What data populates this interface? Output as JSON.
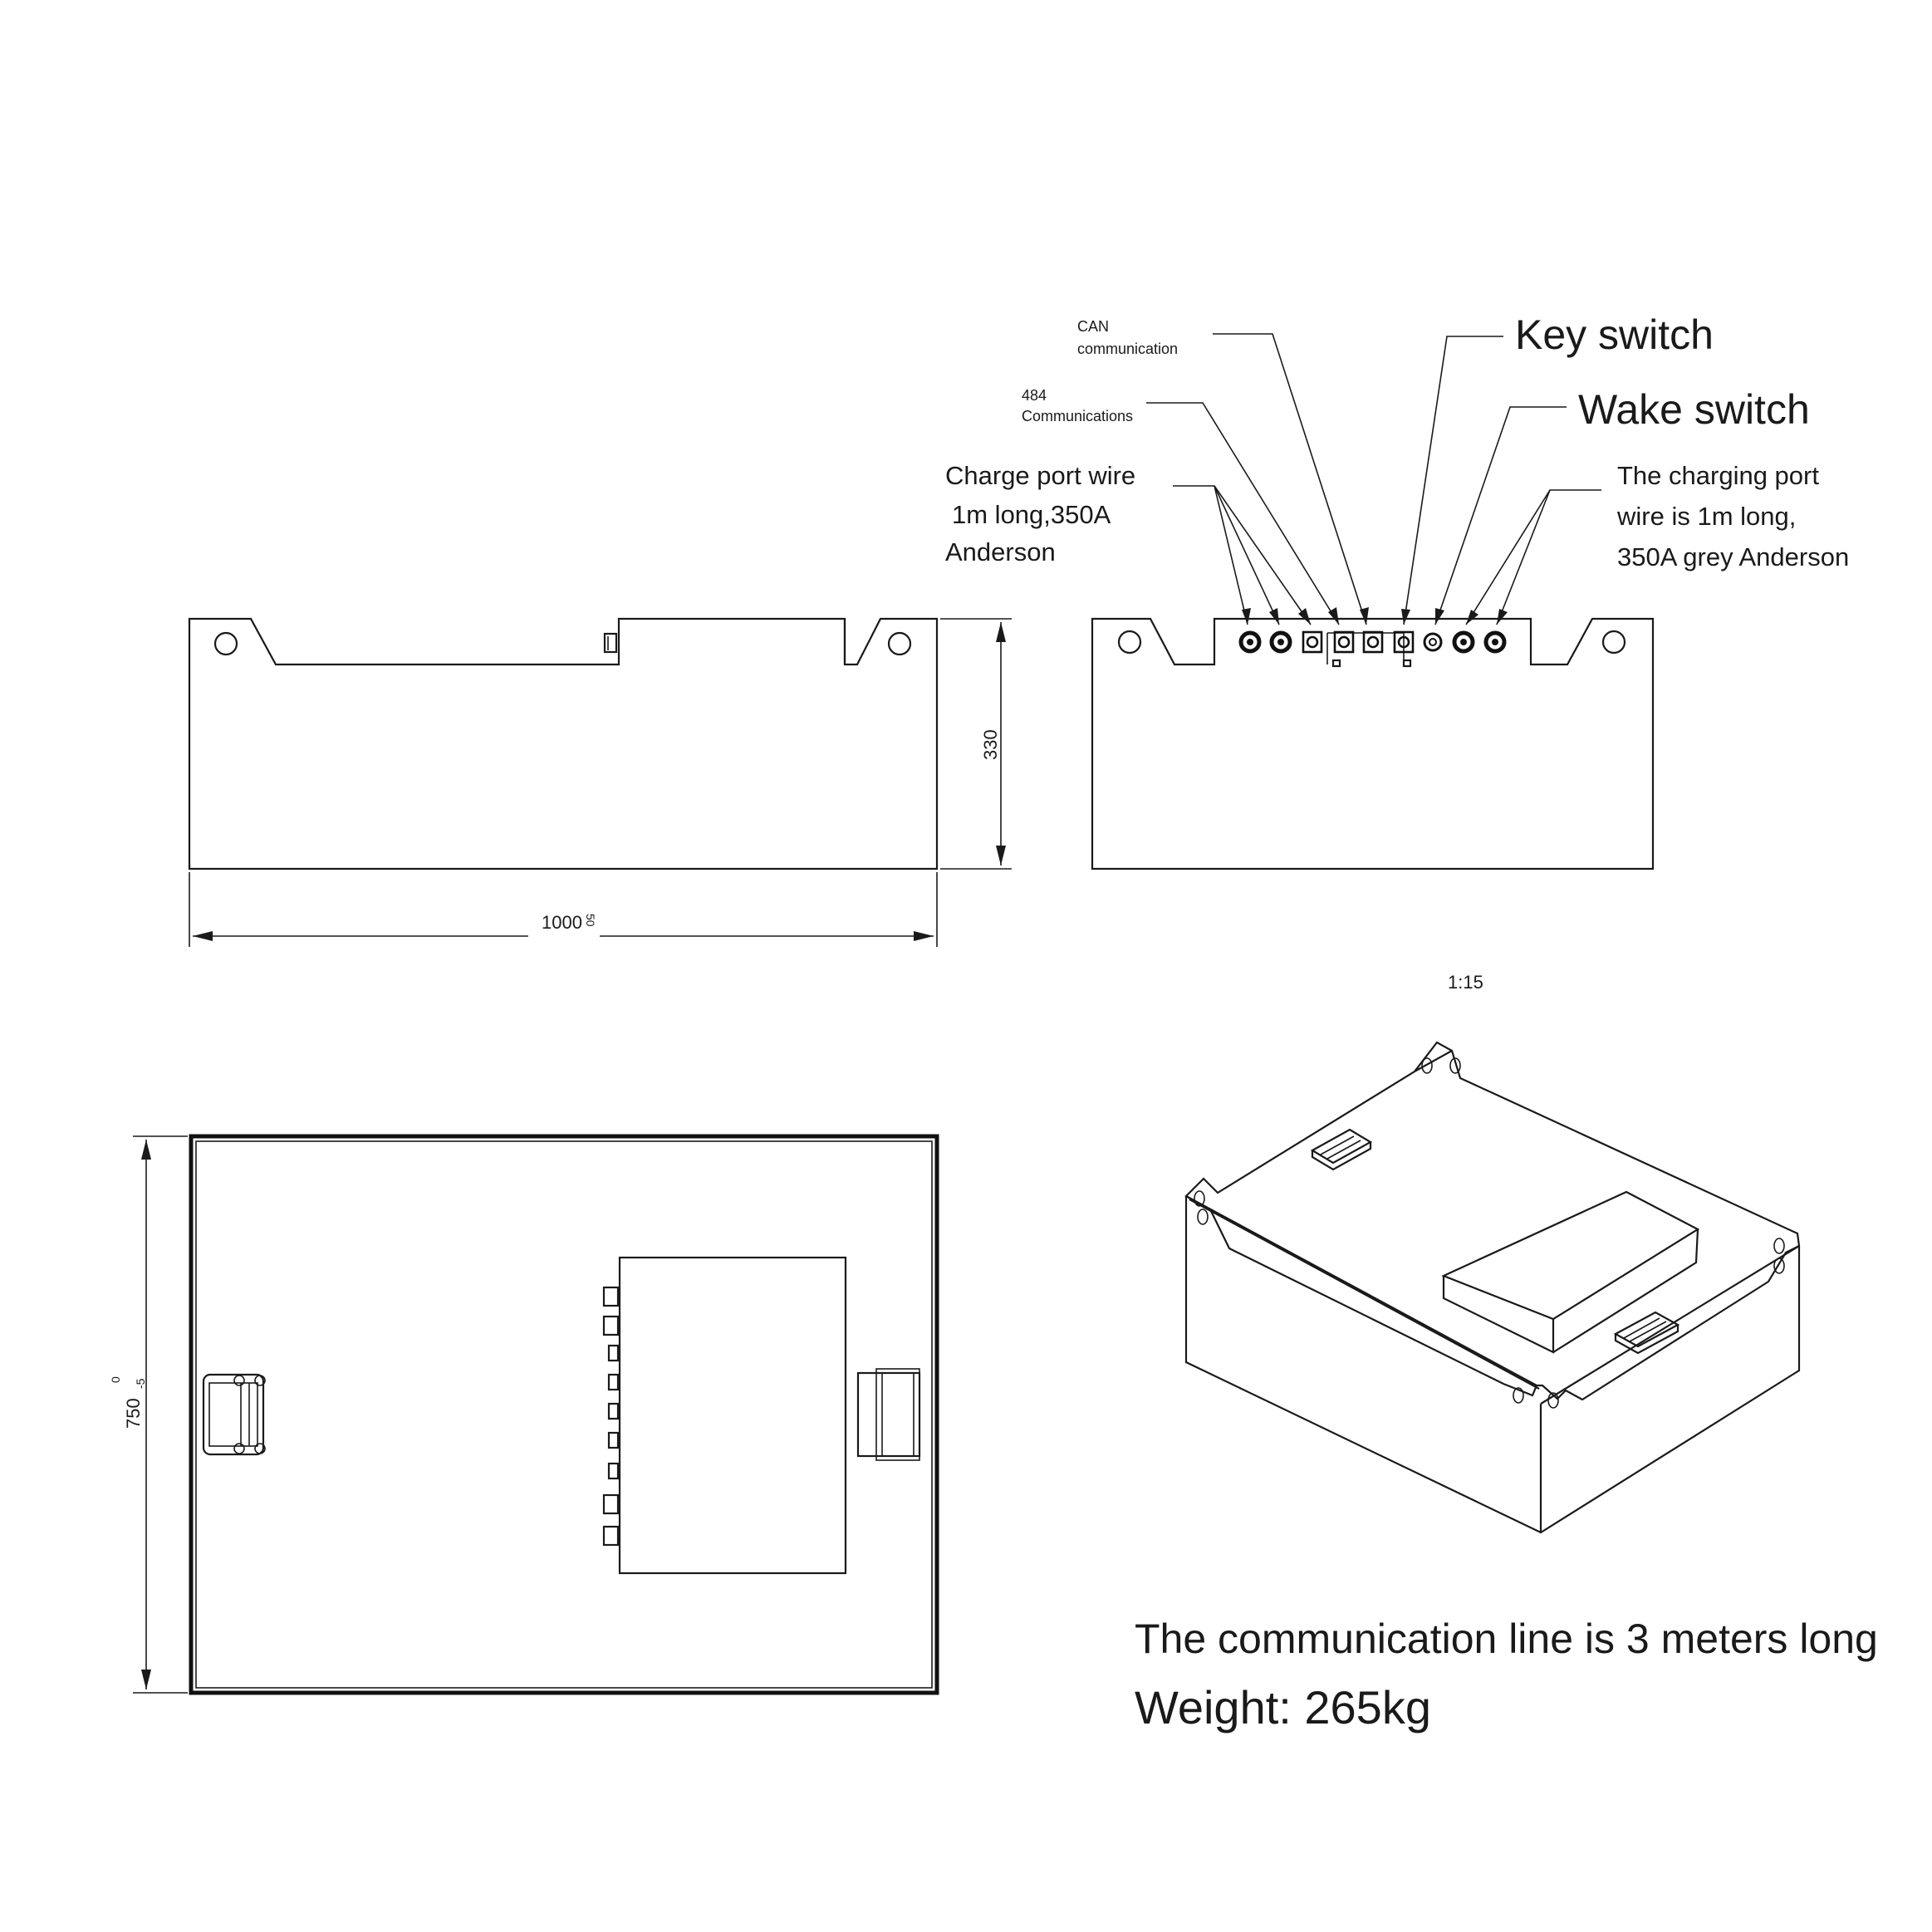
{
  "callouts": {
    "can_line1": "CAN",
    "can_line2": "communication",
    "comm484_line1": "484",
    "comm484_line2": "Communications",
    "key_switch": "Key switch",
    "wake_switch": "Wake switch",
    "charge_left_line1": "Charge port wire",
    "charge_left_line2": "1m long,350A",
    "charge_left_line3": "Anderson",
    "charge_right_line1": "The charging port",
    "charge_right_line2": "wire is 1m long,",
    "charge_right_line3": "350A grey Anderson"
  },
  "dimensions": {
    "width": "1000",
    "width_tol": "50",
    "height": "330",
    "depth": "750",
    "depth_tol_upper": "0",
    "depth_tol_lower": "-5"
  },
  "scale": "1:15",
  "notes": {
    "comm_line": "The communication line is 3 meters long",
    "weight": "Weight: 265kg"
  }
}
